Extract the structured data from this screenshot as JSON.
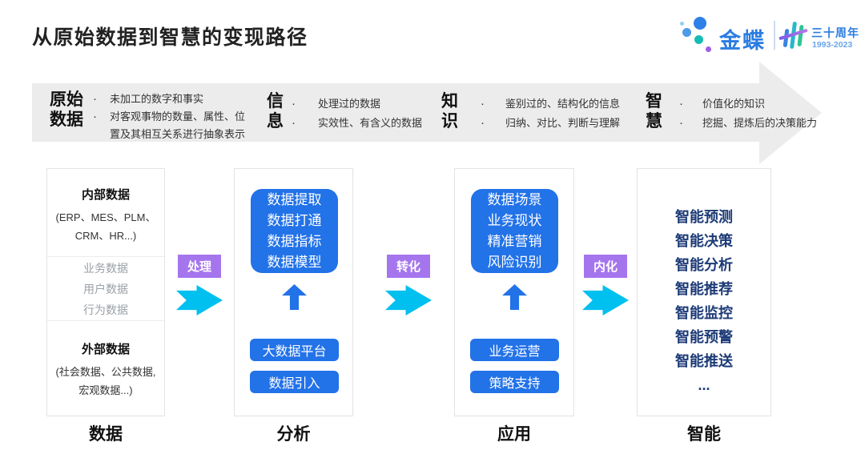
{
  "page": {
    "title": "从原始数据到智慧的变现路径"
  },
  "logo": {
    "brand": "金蝶",
    "anniversary": "三十周年",
    "years": "1993-2023",
    "colors": {
      "kingdee_blue": "#2a7de1",
      "teal": "#16bcb4",
      "purple": "#a05de8",
      "green": "#2fc596"
    }
  },
  "banner": {
    "bullet_glyph": "·",
    "stages": [
      {
        "heading": "原始\n数据",
        "bullets": [
          "未加工的数字和事实",
          "对客观事物的数量、属性、位置及其相互关系进行抽象表示"
        ]
      },
      {
        "heading": "信\n息",
        "bullets": [
          "处理过的数据",
          "实效性、有含义的数据"
        ]
      },
      {
        "heading": "知\n识",
        "bullets": [
          "鉴别过的、结构化的信息",
          "归纳、对比、判断与理解"
        ]
      },
      {
        "heading": "智\n慧",
        "bullets": [
          "价值化的知识",
          "挖掘、提炼后的决策能力"
        ]
      }
    ]
  },
  "columns": [
    {
      "label": "数据",
      "sections": {
        "internal": {
          "title": "内部数据",
          "subtitle": "(ERP、MES、PLM、\nCRM、HR...)"
        },
        "middle": {
          "items": [
            "业务数据",
            "用户数据",
            "行为数据"
          ]
        },
        "external": {
          "title": "外部数据",
          "subtitle": "(社会数据、公共数据,\n宏观数据...)"
        }
      }
    },
    {
      "label": "分析",
      "card_lines": [
        "数据提取",
        "数据打通",
        "数据指标",
        "数据模型"
      ],
      "buttons": [
        "大数据平台",
        "数据引入"
      ]
    },
    {
      "label": "应用",
      "card_lines": [
        "数据场景",
        "业务现状",
        "精准营销",
        "风险识别"
      ],
      "buttons": [
        "业务运营",
        "策略支持"
      ]
    },
    {
      "label": "智能",
      "items": [
        "智能预测",
        "智能决策",
        "智能分析",
        "智能推荐",
        "智能监控",
        "智能预警",
        "智能推送",
        "..."
      ]
    }
  ],
  "connectors": [
    {
      "label": "处理"
    },
    {
      "label": "转化"
    },
    {
      "label": "内化"
    }
  ],
  "colors": {
    "blue": "#2272e8",
    "cyan": "#00c0f0",
    "purple": "#a575ee",
    "navy": "#1c3a76",
    "banner_gray": "#ececec"
  }
}
